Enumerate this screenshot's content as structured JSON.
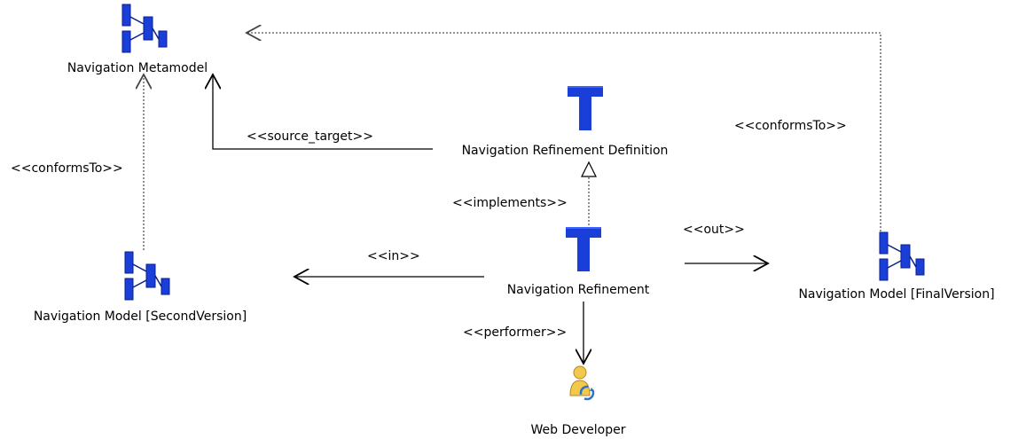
{
  "nodes": {
    "nav_metamodel": {
      "label": "Navigation Metamodel",
      "icon": "package-diagram-icon"
    },
    "nav_refinement_definition": {
      "label": "Navigation Refinement  Definition",
      "icon": "transformation-definition-icon"
    },
    "nav_model_second": {
      "label": "Navigation Model [SecondVersion]",
      "icon": "package-diagram-icon"
    },
    "nav_refinement": {
      "label": "Navigation Refinement",
      "icon": "transformation-icon"
    },
    "nav_model_final": {
      "label": "Navigation Model [FinalVersion]",
      "icon": "package-diagram-icon"
    },
    "web_developer": {
      "label": "Web Developer",
      "icon": "role-performer-icon"
    }
  },
  "edges": {
    "source_target": "<<source_target>>",
    "conforms_to_left": "<<conformsTo>>",
    "conforms_to_right": "<<conformsTo>>",
    "implements": "<<implements>>",
    "in": "<<in>>",
    "out": "<<out>>",
    "performer": "<<performer>>"
  },
  "colors": {
    "icon_blue": "#1a3fd8",
    "icon_blue_dark": "#0b1f8f",
    "line": "#000000",
    "dotted": "#555555",
    "performer_yellow": "#f2c94c"
  }
}
